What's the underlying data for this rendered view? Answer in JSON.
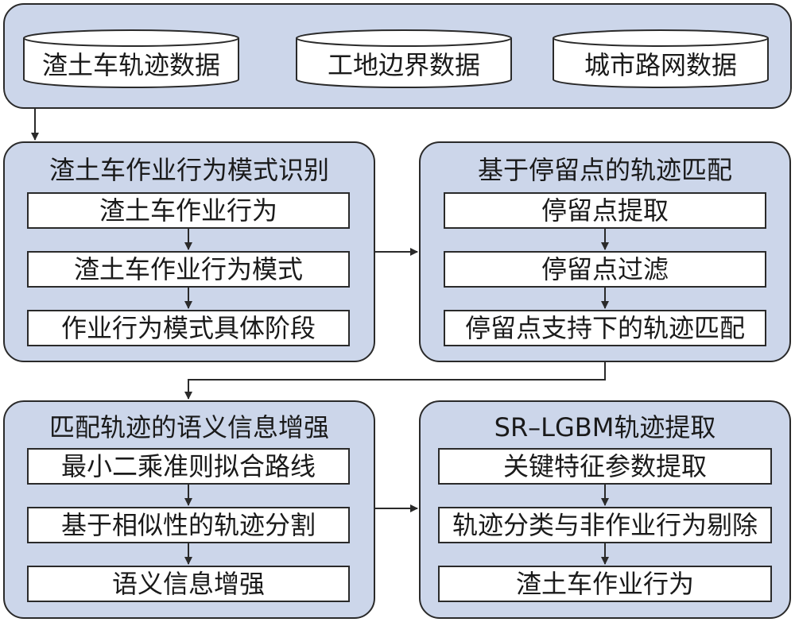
{
  "data_sources": [
    {
      "label": "渣土车轨迹数据"
    },
    {
      "label": "工地边界数据"
    },
    {
      "label": "城市路网数据"
    }
  ],
  "modules": {
    "behavior_pattern": {
      "title": "渣土车作业行为模式识别",
      "steps": [
        "渣土车作业行为",
        "渣土车作业行为模式",
        "作业行为模式具体阶段"
      ]
    },
    "stop_matching": {
      "title": "基于停留点的轨迹匹配",
      "steps": [
        "停留点提取",
        "停留点过滤",
        "停留点支持下的轨迹匹配"
      ]
    },
    "semantic_enhance": {
      "title": "匹配轨迹的语义信息增强",
      "steps": [
        "最小二乘准则拟合路线",
        "基于相似性的轨迹分割",
        "语义信息增强"
      ]
    },
    "sr_lgbm": {
      "title": "SR–LGBM轨迹提取",
      "steps": [
        "关键特征参数提取",
        "轨迹分类与非作业行为剔除",
        "渣土车作业行为"
      ]
    }
  },
  "colors": {
    "panel_fill": "#ccd6ea",
    "stroke": "#2a2a2a",
    "box_fill": "#ffffff"
  }
}
